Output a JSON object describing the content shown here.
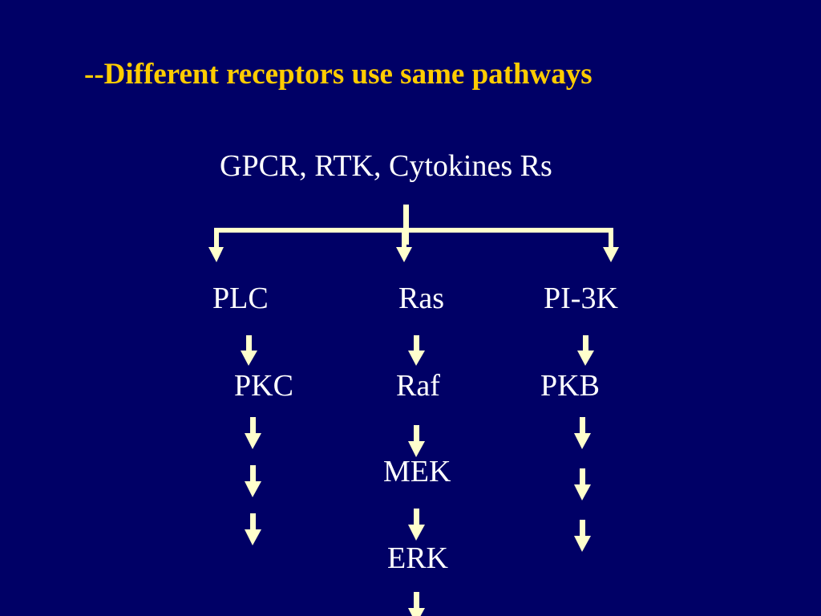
{
  "slide": {
    "title": "--Different receptors use same pathways",
    "colors": {
      "background": "#000066",
      "title": "#ffcc00",
      "text": "#ffffff",
      "arrow": "#ffffcc"
    }
  },
  "diagram": {
    "source": "GPCR,  RTK, Cytokines Rs",
    "branches": [
      {
        "level1": "PLC",
        "level2": "PKC"
      },
      {
        "level1": "Ras",
        "level2": "Raf",
        "level3": "MEK",
        "level4": "ERK"
      },
      {
        "level1": "PI-3K",
        "level2": "PKB"
      }
    ]
  }
}
